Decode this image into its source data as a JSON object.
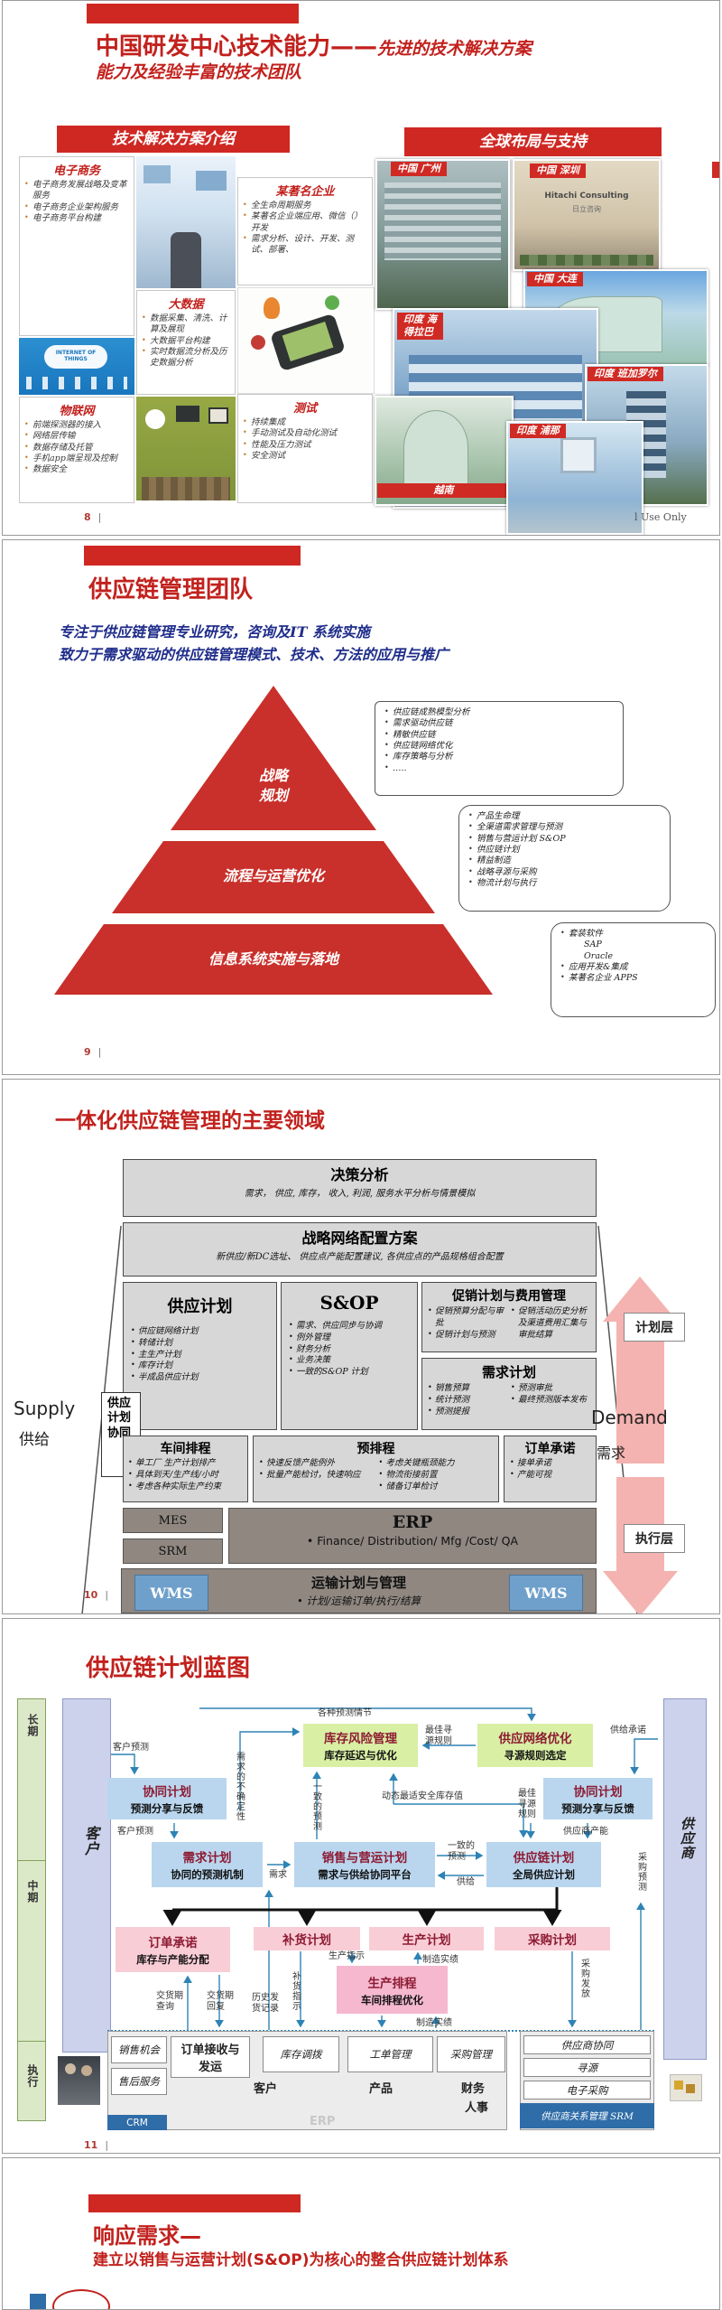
{
  "ui": {
    "divider": "|"
  },
  "colors": {
    "accent_red": "#c2211d",
    "box_blue": "#b9d6ee",
    "box_green": "#d9efa4",
    "box_pink": "#f9cdd6",
    "arrow_teal": "#2e83b5",
    "layer_pink": "#f4b3b0"
  },
  "s1": {
    "page": "8",
    "top_title": "中国研发中心技术能力——",
    "top_title_script": "先进的技术解决方案",
    "top_subtitle": "能力及经验丰富的技术团队",
    "left_header": "技术解决方案介绍",
    "right_header": "全球布局与支持",
    "ecommerce": {
      "title": "电子商务",
      "bullets": [
        "电子商务发展战略及变革服务",
        "电子商务企业架构服务",
        "电子商务平台构建"
      ]
    },
    "bigdata": {
      "title": "大数据",
      "bullets": [
        "数据采集、清洗、计算及展现",
        "大数据平台构建",
        "实时数据流分析及历史数据分析"
      ]
    },
    "iot": {
      "title": "物联网",
      "bullets": [
        "前端探测器的接入",
        "网络层传输",
        "数据存储及托管",
        "手机app端呈现及控制",
        "数据安全"
      ]
    },
    "enterprise": {
      "title": "某著名企业",
      "bullets": [
        "全生命周期服务",
        "某著名企业端应用、微信（）开发",
        "需求分析、设计、开发、测试、部署、"
      ]
    },
    "testing": {
      "title": "测试",
      "bullets": [
        "持续集成",
        "手动测试及自动化测试",
        "性能及压力测试",
        "安全测试"
      ]
    },
    "iot_image_text": "INTERNET OF THINGS",
    "sign_line1": "Hitachi Consulting",
    "sign_line2": "日立咨询",
    "photos": [
      {
        "label": "中国 广州"
      },
      {
        "label": "中国 深圳"
      },
      {
        "label": "中国 大连"
      },
      {
        "label": "印度 海\n得拉巴"
      },
      {
        "label": "印度 班加罗尔"
      },
      {
        "label": "印度 浦那"
      },
      {
        "label": "越南"
      }
    ],
    "footer_note": "l Use Only"
  },
  "s2": {
    "page": "9",
    "title": "供应链管理团队",
    "intro1": "专注于供应链管理专业研究，咨询及IT 系统实施",
    "intro2": "致力于需求驱动的供应链管理模式、技术、方法的应用与推广",
    "pyr1a": "战略",
    "pyr1b": "规划",
    "pyr2": "流程与运营优化",
    "pyr3": "信息系统实施与落地",
    "box1": [
      "供应链成熟模型分析",
      "需求驱动供应链",
      "精敏供应链",
      "供应链网络优化",
      "库存策略与分析",
      "….."
    ],
    "box2": [
      "产品生命理",
      "全渠道需求管理与预测",
      "销售与营运计划 S&OP",
      "供应链计划",
      "精益制造",
      "战略寻源与采购",
      "物流计划与执行"
    ],
    "box3": [
      {
        "text": "套装软件",
        "cls": "k"
      },
      {
        "text": "SAP",
        "cls": "ind k"
      },
      {
        "text": "Oracle",
        "cls": "ind k"
      },
      {
        "text": "应用开发&集成",
        "cls": "k"
      },
      {
        "text": "某著名企业 APPS",
        "cls": "k"
      }
    ]
  },
  "s3": {
    "page": "10",
    "title": "一体化供应链管理的主要领域",
    "decision_title": "决策分析",
    "decision_desc": "需求， 供应, 库存， 收入, 利润, 服务水平分析与情景模拟",
    "network_title": "战略网络配置方案",
    "network_desc": "新供应/新DC选址、 供应点产能配置建议, 各供应点的产品规格组合配置",
    "supply_plan_title": "供应计划",
    "supply_plan_bullets": [
      "供应链网络计划",
      "转储计划",
      "主生产计划",
      "库存计划",
      "半成品供应计划"
    ],
    "sop_title": "S&OP",
    "sop_bullets": [
      "需求、供应同步与协调",
      "例外管理",
      "财务分析",
      "业务决策",
      "一致的S&OP 计划"
    ],
    "promo_title": "促销计划与费用管理",
    "promo_col1": [
      "促销预算分配与审批",
      "促销计划与预测"
    ],
    "promo_col2": [
      "促销活动历史分析及渠道费用汇集与审批结算"
    ],
    "demand_title": "需求计划",
    "demand_col1": [
      "销售预算",
      "统计预测",
      "预测提报"
    ],
    "demand_col2": [
      "预测审批",
      "最终预测版本发布"
    ],
    "coord_box": "供应计划协同",
    "workshop_title": "车间排程",
    "workshop_bullets": [
      "单工厂 生产计划排产",
      "具体到天/生产线/小时",
      "考虑各种实际生产约束"
    ],
    "presched_title": "预排程",
    "presched_col1": [
      "快速反馈产能例外",
      "批量产能检讨，快速响应"
    ],
    "presched_col2": [
      "考虑关键瓶颈能力",
      "物流衔接前置",
      "储备订单检讨"
    ],
    "order_title": "订单承诺",
    "order_bullets": [
      "接单承诺",
      "产能可视"
    ],
    "mes": "MES",
    "srm": "SRM",
    "erp_title": "ERP",
    "erp_desc": "•  Finance/  Distribution/  Mfg /Cost/  QA",
    "wms": "WMS",
    "transport_title": "运输计划与管理",
    "transport_desc": "• 计划/运输订单/执行/结算",
    "supply_en": "Supply",
    "supply_cn": "供给",
    "demand_en": "Demand",
    "demand_cn": "需求",
    "plan_layer": "计划层",
    "exec_layer": "执行层"
  },
  "s4": {
    "page": "11",
    "title": "供应链计划蓝图",
    "strip_long": "长期",
    "strip_mid": "中期",
    "strip_exec": "执行",
    "customer": "客户",
    "supplier": "供应商",
    "lbl_forecast_scen": "各种预测情节",
    "inv_risk_t": "库存风险管理",
    "inv_risk_d": "库存延迟与优化",
    "lbl_best_source": "最佳寻\n源规则",
    "net_opt_t": "供应网络优化",
    "net_opt_d": "寻源规则选定",
    "lbl_supply_commit": "供给承诺",
    "lbl_cust_forecast1": "客户预测",
    "collab_t": "协同计划",
    "collab_d": "预测分享与反馈",
    "lbl_uncertainty": "需求的不确定性",
    "lbl_consistent_v": "一致的预测",
    "lbl_dyn_safety": "动态最适安全库存值",
    "lbl_best_source_v": "最佳\n寻源\n规则",
    "lbl_cust_forecast2": "客户预测",
    "lbl_supplier_cap": "供应商产能",
    "demand_plan_t": "需求计划",
    "demand_plan_d": "协同的预测机制",
    "lbl_demand": "需求",
    "snop_t": "销售与营运计划",
    "snop_d": "需求与供给协同平台",
    "lbl_consistent": "一致的\n预测",
    "lbl_supply": "供给",
    "sc_plan_t": "供应链计划",
    "sc_plan_d": "全局供应计划",
    "lbl_purchase_fc": "采购预测",
    "order_commit_t": "订单承诺",
    "order_commit_d": "库存与产能分配",
    "replenish_t": "补货计划",
    "production_t": "生产计划",
    "purchase_t": "采购计划",
    "lbl_prod_instr": "生产指示",
    "lbl_mfg_result1": "制造实绩",
    "lbl_replenish_instr": "补货指示",
    "lbl_purchase_release": "采购发放",
    "prod_sched_t": "生产排程",
    "prod_sched_d": "车间排程优化",
    "lbl_delivery_query": "交货期\n查询",
    "lbl_delivery_reply": "交货期\n回复",
    "lbl_ship_history": "历史发\n货记录",
    "lbl_mfg_result2": "制造实绩",
    "lbl_mfg_plan": "制造计划",
    "erp_box1": "销售机会",
    "erp_box2": "售后服务",
    "erp_box3": "订单接收与\n发运",
    "erp_box4": "库存调拨",
    "erp_box5": "工单管理",
    "erp_box6": "采购管理",
    "erp_lbl1": "客户",
    "erp_lbl2": "产品",
    "erp_lbl3": "财务",
    "erp_lbl4": "人事",
    "crm": "CRM",
    "erp_faint": "ERP",
    "srm_box1": "供应商协同",
    "srm_box2": "寻源",
    "srm_box3": "电子采购",
    "srm_bar": "供应商关系管理 SRM"
  },
  "s5": {
    "title": "响应需求—",
    "subtitle": "建立以销售与运营计划(S&OP)为核心的整合供应链计划体系"
  }
}
